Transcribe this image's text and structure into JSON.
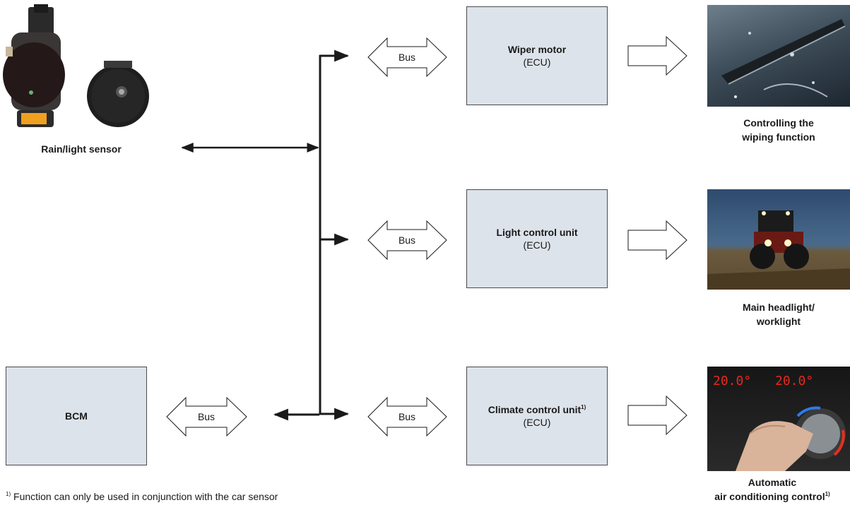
{
  "sensor": {
    "caption": "Rain/light sensor"
  },
  "bcm": {
    "label": "BCM"
  },
  "bus_label": "Bus",
  "ecus": [
    {
      "title": "Wiper motor",
      "sup": "",
      "subtitle": "(ECU)"
    },
    {
      "title": "Light control unit",
      "sup": "",
      "subtitle": "(ECU)"
    },
    {
      "title": "Climate control unit",
      "sup": "1)",
      "subtitle": "(ECU)"
    }
  ],
  "outputs": [
    {
      "line1": "Controlling the",
      "line2": "wiping function",
      "sup": "",
      "icon": "wiper-blade-photo"
    },
    {
      "line1": "Main headlight/",
      "line2": "worklight",
      "sup": "",
      "icon": "tractor-headlight-photo"
    },
    {
      "line1": "Automatic",
      "line2": "air conditioning control",
      "sup": "1)",
      "icon": "climate-dial-photo",
      "display_left": "20.0°",
      "display_right": "20.0°"
    }
  ],
  "footnote": {
    "marker": "1)",
    "text": " Function can only be used in conjunction with the car sensor"
  },
  "colors": {
    "ecu_fill": "#dde3ea",
    "line": "#1a1a1a"
  }
}
